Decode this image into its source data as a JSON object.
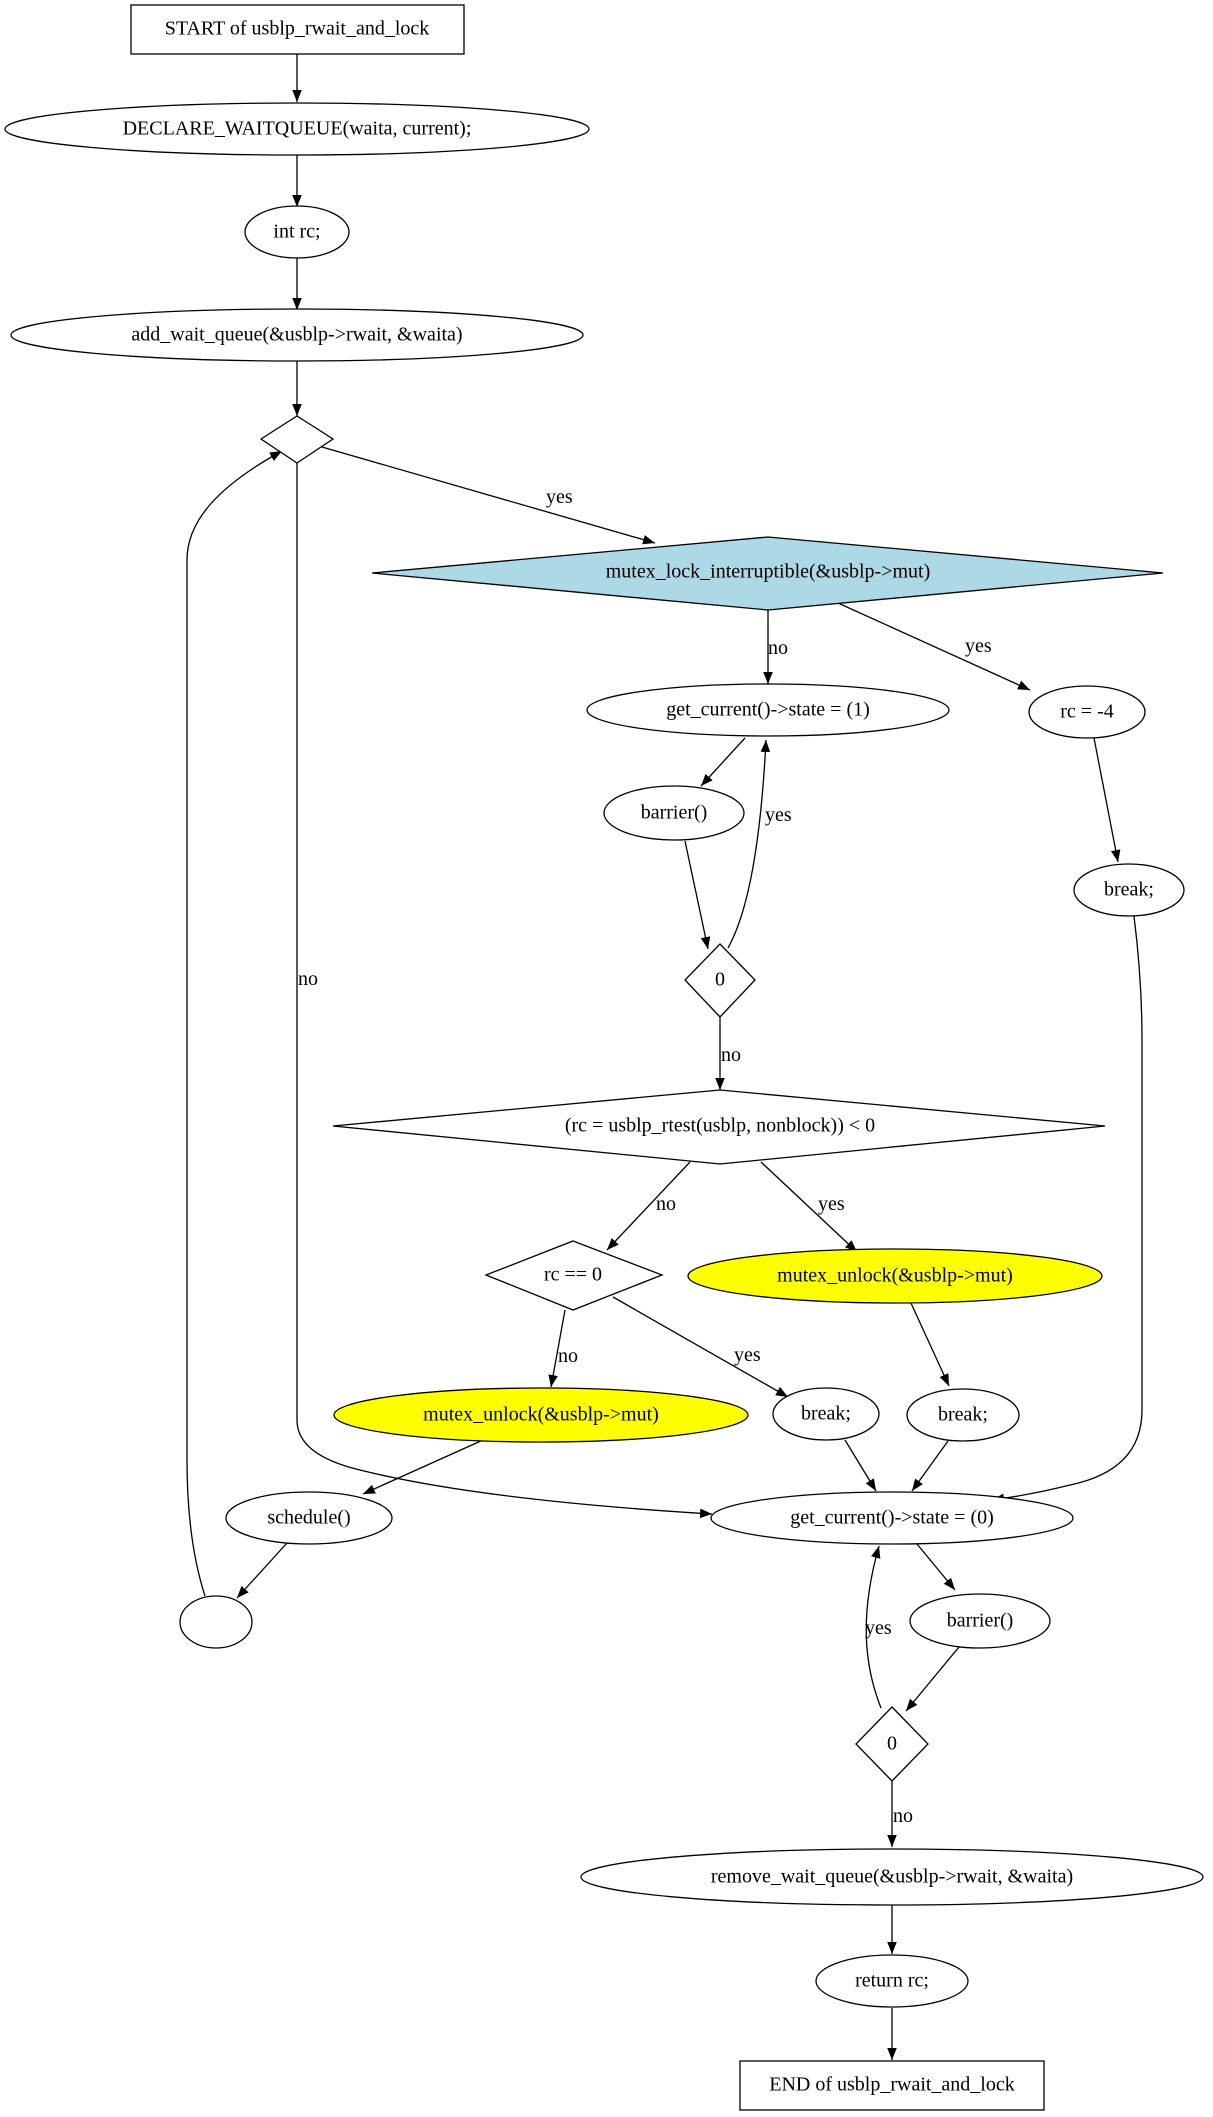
{
  "colors": {
    "blue": "#add8e6",
    "yellow": "#ffff00",
    "white": "#ffffff"
  },
  "nodes": {
    "start": "START of usblp_rwait_and_lock",
    "declare": "DECLARE_WAITQUEUE(waita, current);",
    "int_rc": "int rc;",
    "add_wait": "add_wait_queue(&usblp->rwait, &waita)",
    "loop_cond": "",
    "mutex_lock": "mutex_lock_interruptible(&usblp->mut)",
    "set_state1": "get_current()->state = (1)",
    "rc_neg4": "rc = -4",
    "barrier1": "barrier()",
    "break1": "break;",
    "zero1": "0",
    "rtest": "(rc = usblp_rtest(usblp, nonblock)) < 0",
    "rc_eq0": "rc == 0",
    "unlock_yes": "mutex_unlock(&usblp->mut)",
    "unlock_no": "mutex_unlock(&usblp->mut)",
    "break2": "break;",
    "break3": "break;",
    "schedule": "schedule()",
    "set_state0": "get_current()->state = (0)",
    "empty_node": "",
    "barrier2": "barrier()",
    "zero2": "0",
    "remove_wait": "remove_wait_queue(&usblp->rwait, &waita)",
    "return_rc": "return rc;",
    "end": "END of usblp_rwait_and_lock"
  },
  "edge_labels": {
    "loop_yes": "yes",
    "loop_no": "no",
    "lock_no": "no",
    "lock_yes": "yes",
    "zero1_yes": "yes",
    "zero1_no": "no",
    "rtest_no": "no",
    "rtest_yes": "yes",
    "rceq_no": "no",
    "rceq_yes": "yes",
    "zero2_yes": "yes",
    "zero2_no": "no"
  }
}
